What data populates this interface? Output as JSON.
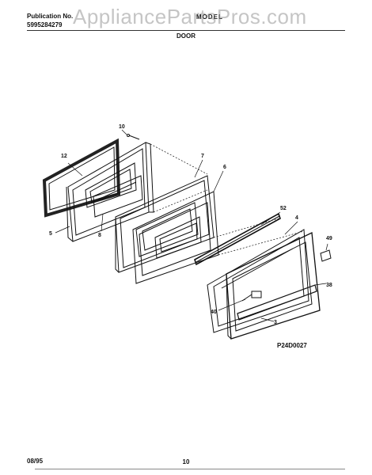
{
  "header": {
    "publication_label": "Publication No.",
    "publication_number": "5995284279",
    "model_number": "MODEL",
    "section_title": "DOOR"
  },
  "watermark": "AppliancePartsPros.com",
  "diagram": {
    "code": "P24D0027",
    "callouts": [
      "10",
      "12",
      "7",
      "6",
      "5",
      "8",
      "52",
      "4",
      "49",
      "38",
      "40",
      "3"
    ]
  },
  "footer": {
    "date": "08/95",
    "page": "10"
  }
}
